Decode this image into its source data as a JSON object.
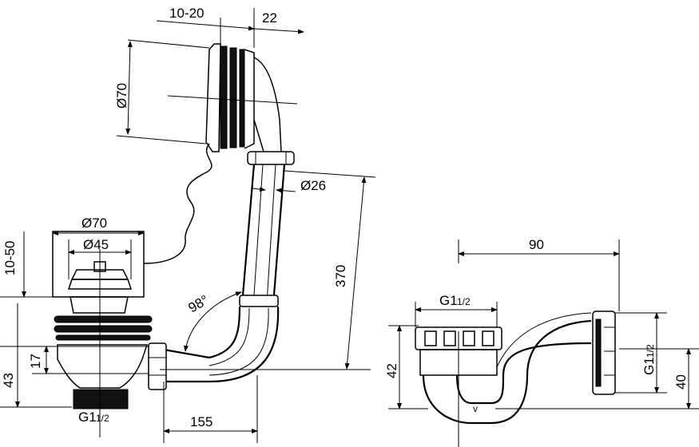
{
  "dimensions": {
    "top_width": "10-20",
    "top_depth": "22",
    "overflow_diameter": "Ø70",
    "pipe_diameter": "Ø26",
    "height_370": "370",
    "waste_outer_diameter": "Ø70",
    "waste_inner_diameter": "Ø45",
    "plug_range": "10-50",
    "angle": "98°",
    "height_17": "17",
    "height_43": "43",
    "thread_bottom": "G1",
    "length_155": "155",
    "trap_width": "90",
    "trap_thread_top": "G1",
    "trap_height_42": "42",
    "trap_thread_side": "G1",
    "trap_height_40": "40",
    "fraction": "1/2"
  }
}
